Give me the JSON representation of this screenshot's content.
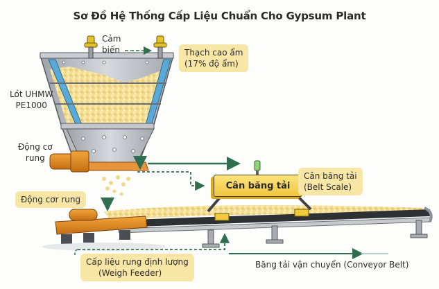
{
  "title": "Sơ Đồ Hệ Thống Cấp Liệu Chuẩn Cho Gypsum Plant",
  "labels": {
    "sensor": [
      "Cảm",
      "biến"
    ],
    "wet_gypsum": [
      "Thạch cao ẩm",
      "(17% độ  ẩm)"
    ],
    "liner": [
      "Lót UHMW",
      "PE1000"
    ],
    "vibration_motor_top": [
      "Động cơ",
      "rung"
    ],
    "vibration_motor_box": "Động cơr rung",
    "belt_scale_block": "Cân băng tải",
    "belt_scale_box": [
      "Cân băng tải",
      "(Belt Scale)"
    ],
    "weigh_feeder_box": [
      "Cấp liệu rung định lượng",
      "(Weigh Feeder)"
    ],
    "conveyor": "Băng tải vận chuyển (Conveyor Belt)"
  },
  "colors": {
    "material": "#f2dc8e",
    "label_box": "#f8e6a6",
    "flow_arrow": "#2f6f4f",
    "liner": "#5aa9d6",
    "motor": "#d98a25",
    "steel": "#b9bdc2"
  }
}
